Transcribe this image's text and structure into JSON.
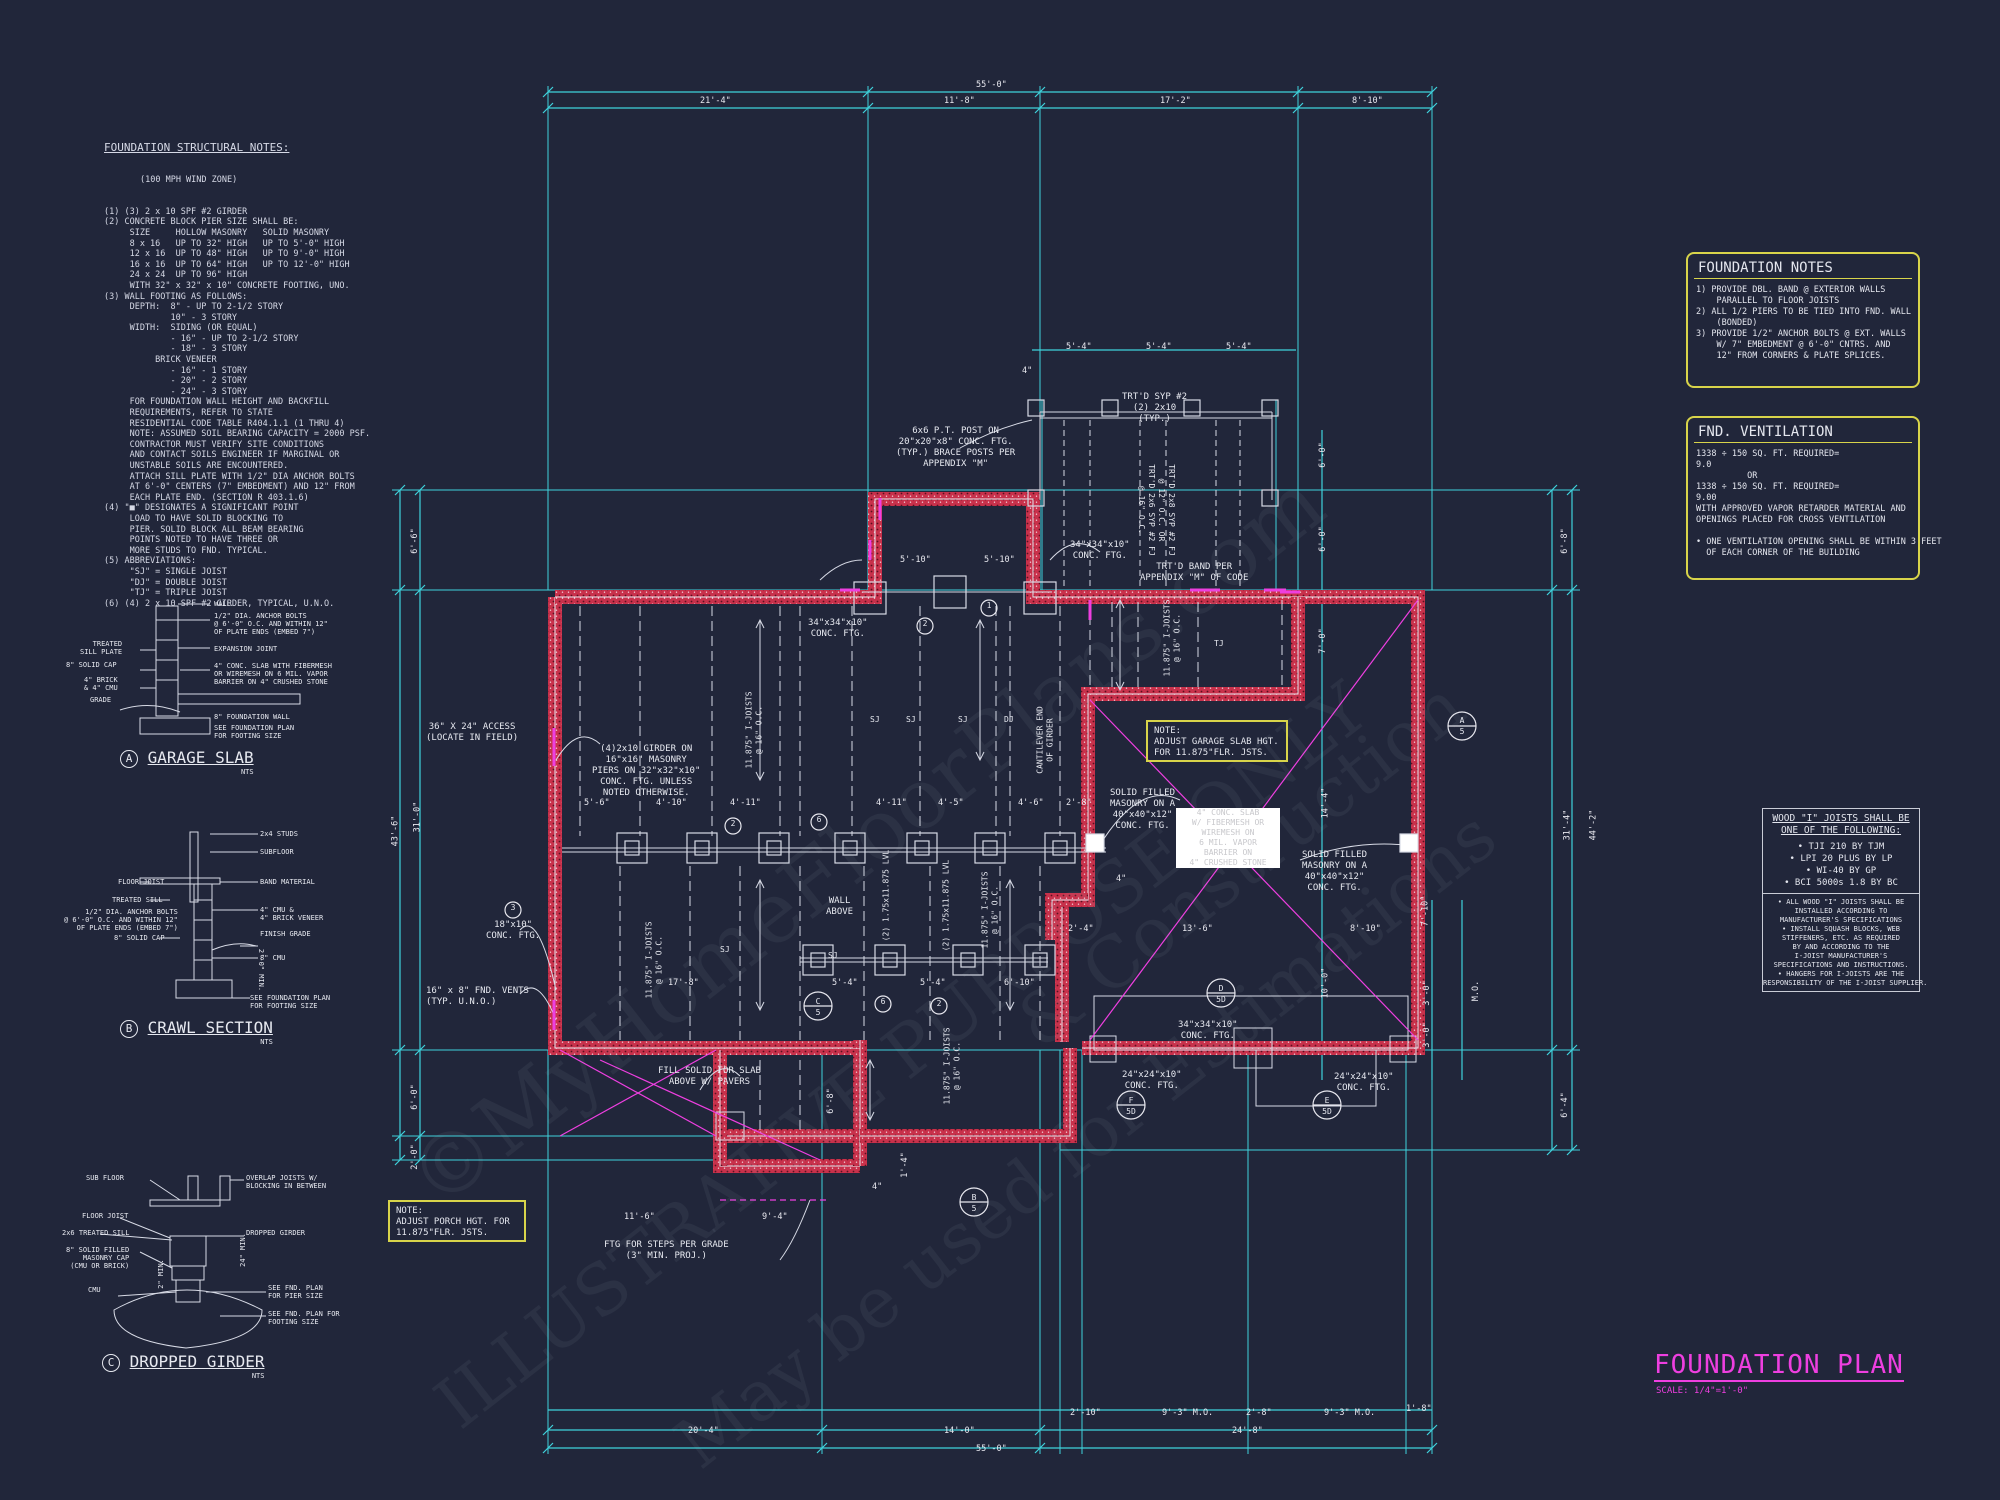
{
  "drawing": {
    "title": "FOUNDATION PLAN",
    "scale": "SCALE:  1/4\"=1'-0\"",
    "colors": {
      "background": "#21263a",
      "dimension": "#3fd2dc",
      "wall": "#c8314b",
      "accent": "#ee3fe0",
      "note_border": "#d8d44a",
      "line": "#d8dbe6"
    }
  },
  "watermarks": [
    "©MyHomeFloorPlans.com",
    "ILLUSTRATIVE PURPOSE ONLY",
    "May be used for Estimations",
    "& Construction"
  ],
  "structural_notes": {
    "heading": "FOUNDATION STRUCTURAL NOTES:",
    "subheading": "(100 MPH WIND ZONE)",
    "body": "(1) (3) 2 x 10 SPF #2 GIRDER\n(2) CONCRETE BLOCK PIER SIZE SHALL BE:\n     SIZE     HOLLOW MASONRY   SOLID MASONRY\n     8 x 16   UP TO 32\" HIGH   UP TO 5'-0\" HIGH\n     12 x 16  UP TO 48\" HIGH   UP TO 9'-0\" HIGH\n     16 x 16  UP TO 64\" HIGH   UP TO 12'-0\" HIGH\n     24 x 24  UP TO 96\" HIGH\n     WITH 32\" x 32\" x 10\" CONCRETE FOOTING, UNO.\n(3) WALL FOOTING AS FOLLOWS:\n     DEPTH:  8\" - UP TO 2-1/2 STORY\n             10\" - 3 STORY\n     WIDTH:  SIDING (OR EQUAL)\n             - 16\" - UP TO 2-1/2 STORY\n             - 18\" - 3 STORY\n          BRICK VENEER\n             - 16\" - 1 STORY\n             - 20\" - 2 STORY\n             - 24\" - 3 STORY\n     FOR FOUNDATION WALL HEIGHT AND BACKFILL\n     REQUIREMENTS, REFER TO STATE\n     RESIDENTIAL CODE TABLE R404.1.1 (1 THRU 4)\n     NOTE: ASSUMED SOIL BEARING CAPACITY = 2000 PSF.\n     CONTRACTOR MUST VERIFY SITE CONDITIONS\n     AND CONTACT SOILS ENGINEER IF MARGINAL OR\n     UNSTABLE SOILS ARE ENCOUNTERED.\n     ATTACH SILL PLATE WITH 1/2\" DIA ANCHOR BOLTS\n     AT 6'-0\" CENTERS (7\" EMBEDMENT) AND 12\" FROM\n     EACH PLATE END. (SECTION R 403.1.6)\n(4) \"■\" DESIGNATES A SIGNIFICANT POINT\n     LOAD TO HAVE SOLID BLOCKING TO\n     PIER. SOLID BLOCK ALL BEAM BEARING\n     POINTS NOTED TO HAVE THREE OR\n     MORE STUDS TO FND. TYPICAL.\n(5) ABBREVIATIONS:\n     \"SJ\" = SINGLE JOIST\n     \"DJ\" = DOUBLE JOIST\n     \"TJ\" = TRIPLE JOIST\n(6) (4) 2 x 10 SPF #2 GIRDER, TYPICAL, U.N.O."
  },
  "foundation_notes": {
    "title": "FOUNDATION NOTES",
    "items": "1) PROVIDE DBL. BAND @ EXTERIOR WALLS\n    PARALLEL TO FLOOR JOISTS\n2) ALL 1/2 PIERS TO BE TIED INTO FND. WALL\n    (BONDED)\n3) PROVIDE 1/2\" ANCHOR BOLTS @ EXT. WALLS\n    W/ 7\" EMBEDMENT @ 6'-0\" CNTRS. AND\n    12\" FROM CORNERS & PLATE SPLICES."
  },
  "fnd_ventilation": {
    "title": "FND. VENTILATION",
    "items": "1338 ÷ 150 SQ. FT. REQUIRED=\n9.0\n          OR\n1338 ÷ 150 SQ. FT. REQUIRED=\n9.00\nWITH APPROVED VAPOR RETARDER MATERIAL AND\nOPENINGS PLACED FOR CROSS VENTILATION\n\n• ONE VENTILATION OPENING SHALL BE WITHIN 3 FEET\n  OF EACH CORNER OF THE BUILDING"
  },
  "ijoist_box": {
    "title": "WOOD \"I\" JOISTS SHALL BE\nONE OF THE FOLLOWING:",
    "list": "• TJI 210 BY TJM\n• LPI 20 PLUS BY LP\n• WI-40 BY GP\n• BCI 5000s 1.8 BY BC",
    "notes": "• ALL WOOD \"I\" JOISTS SHALL BE\nINSTALLED ACCORDING TO\nMANUFACTURER'S SPECIFICATIONS\n• INSTALL SQUASH BLOCKS, WEB\nSTIFFENERS, ETC. AS REQUIRED\nBY AND ACCORDING TO THE\nI-JOIST MANUFACTURER'S\nSPECIFICATIONS AND INSTRUCTIONS.\n• HANGERS FOR I-JOISTS ARE THE\nRESPONSIBILITY OF THE I-JOIST SUPPLIER."
  },
  "details": {
    "a": {
      "letter": "A",
      "title": "GARAGE SLAB",
      "nts": "NTS",
      "callouts": [
        "WALL",
        "1/2\" DIA. ANCHOR BOLTS\n@ 6'-0\" O.C. AND WITHIN 12\"\nOF PLATE ENDS (EMBED 7\")",
        "TREATED\nSILL PLATE",
        "EXPANSION JOINT",
        "8\" SOLID CAP",
        "4\" CONC. SLAB WITH FIBERMESH\nOR WIREMESH ON 6 MIL. VAPOR\nBARRIER ON 4\" CRUSHED STONE",
        "4\" BRICK\n& 4\" CMU",
        "GRADE",
        "8\" FOUNDATION WALL",
        "SEE FOUNDATION PLAN\nFOR FOOTING SIZE"
      ]
    },
    "b": {
      "letter": "B",
      "title": "CRAWL SECTION",
      "nts": "NTS",
      "callouts": [
        "2x4 STUDS",
        "SUBFLOOR",
        "FLOOR JOIST",
        "BAND MATERIAL",
        "TREATED SILL",
        "1/2\" DIA. ANCHOR BOLTS\n@ 6'-0\" O.C. AND WITHIN 12\"\nOF PLATE ENDS (EMBED 7\")",
        "4\" CMU &\n4\" BRICK VENEER",
        "8\" SOLID CAP",
        "FINISH GRADE",
        "8\" CMU",
        "SEE FOUNDATION PLAN\nFOR FOOTING SIZE",
        "2'-0\" MIN."
      ]
    },
    "c": {
      "letter": "C",
      "title": "DROPPED GIRDER",
      "nts": "NTS",
      "callouts": [
        "SUB FLOOR",
        "OVERLAP JOISTS W/\nBLOCKING IN BETWEEN",
        "FLOOR JOIST",
        "2x6 TREATED SILL",
        "DROPPED GIRDER",
        "8\" SOLID FILLED\nMASONRY CAP\n(CMU OR BRICK)",
        "CMU",
        "SEE FND. PLAN\nFOR PIER SIZE",
        "SEE FND. PLAN FOR\nFOOTING SIZE",
        "24\" MIN.",
        "2\" MIN."
      ]
    }
  },
  "plan_dims": {
    "top_overall": "55'-0\"",
    "top_segments": [
      "21'-4\"",
      "11'-8\"",
      "17'-2\"",
      "8'-10\""
    ],
    "porch_top": [
      "5'-4\"",
      "5'-4\"",
      "5'-4\""
    ],
    "bottom_overall": "55'-0\"",
    "bottom_segments": [
      "20'-4\"",
      "14'-0\"",
      "24'-8\""
    ],
    "bottom_small": [
      "2'-10\"",
      "9'-3\" M.O.",
      "2'-8\"",
      "9'-3\" M.O.",
      "1'-8\""
    ],
    "left_overall": "43'-6\"",
    "left_segments": [
      "6'-6\"",
      "31'-0\"",
      "6'-0\"",
      "2'-0\""
    ],
    "right_overall": "44'-2\"",
    "right_segments": [
      "6'-8\"",
      "31'-4\"",
      "6'-4\""
    ],
    "right_inner": [
      "6'-0\"",
      "6'-0\"",
      "7'-0\"",
      "14'-4\"",
      "7'-10\"",
      "10'-0\"",
      "3'-0\"",
      "3'-0\"",
      "M.O."
    ],
    "interior": [
      "5'-10\"",
      "5'-10\"",
      "5'-6\"",
      "4'-10\"",
      "4'-11\"",
      "4'-11\"",
      "4'-5\"",
      "4'-6\"",
      "2'-8\"",
      "5'-4\"",
      "5'-4\"",
      "6'-10\"",
      "17'-8\"",
      "13'-6\"",
      "8'-10\"",
      "2'-4\"",
      "11'-6\"",
      "9'-4\"",
      "1'-4\"",
      "6'-8\"",
      "4\"",
      "4\"",
      "4\""
    ]
  },
  "plan_labels": {
    "post": "6x6 P.T. POST ON\n20\"x20\"x8\" CONC. FTG.\n(TYP.) BRACE POSTS PER\nAPPENDIX \"M\"",
    "trtd_syp": "TRT'D SYP #2\n(2) 2x10\n(TYP.)",
    "trtd_joist": "TRT'D 2x8 SYP #2 FJ\n@ 12\" O.C. OR\nTRT'D 2x6 SYP #2 FJ\n@ 16\" O.C.",
    "conc_ftg_34": "34\"x34\"x10\"\nCONC. FTG.",
    "trtd_band": "TRT'D BAND PER\nAPPENDIX \"M\" OF CODE",
    "conc_ftg_34b": "34\"x34\"x10\"\nCONC. FTG.",
    "access": "36\" X 24\" ACCESS\n(LOCATE IN FIELD)",
    "girder": "(4)2x10 GIRDER ON\n16\"x16\" MASONRY\nPIERS ON 32\"x32\"x10\"\nCONC. FTG. UNLESS\nNOTED OTHERWISE.",
    "joists_16": "11.875\" I-JOISTS\n@ 16\" O.C.",
    "cantilever": "CANTILEVER END\nOF GIRDER",
    "solid_filled_1": "SOLID FILLED\nMASONRY ON A\n40\"x40\"x12\"\nCONC. FTG.",
    "solid_filled_2": "SOLID FILLED\nMASONRY ON A\n40\"x40\"x12\"\nCONC. FTG.",
    "garage_note_title": "NOTE:",
    "garage_note": "ADJUST GARAGE SLAB HGT.\nFOR 11.875\"FLR. JSTS.",
    "white_box": "4\" CONC. SLAB\nW/ FIBERMESH OR\nWIREMESH ON\n6 MIL. VAPOR\nBARRIER ON\n4\" CRUSHED STONE",
    "wall_above": "WALL\nABOVE",
    "lvl_1": "(2) 1.75x11.875 LVL",
    "lvl_2": "(2) 1.75x11.875 LVL",
    "ftg_18": "18\"x10\"\nCONC. FTG.",
    "vents": "16\" x 8\" FND. VENTS\n(TYP. U.N.O.)",
    "fill_solid": "FILL SOLID FOR SLAB\nABOVE W/ PAVERS",
    "porch_note_title": "NOTE:",
    "porch_note": "ADJUST PORCH HGT. FOR\n11.875\"FLR. JSTS.",
    "steps": "FTG FOR STEPS PER GRADE\n(3\" MIN. PROJ.)",
    "conc_ftg_34c": "34\"x34\"x10\"\nCONC. FTG.",
    "conc_ftg_24a": "24\"x24\"x10\"\nCONC. FTG.",
    "conc_ftg_24b": "24\"x24\"x10\"\nCONC. FTG.",
    "conc_ftg_34d": "34\"x34\"x10\"\nCONC. FTG.",
    "sj": "SJ",
    "dj": "DJ",
    "tj": "TJ"
  },
  "callouts": {
    "a5": [
      "A",
      "5"
    ],
    "b5": [
      "B",
      "5"
    ],
    "c5": [
      "C",
      "5"
    ],
    "d5": [
      "D",
      "5D"
    ],
    "e5": [
      "E",
      "5D"
    ],
    "f5": [
      "F",
      "5D"
    ],
    "n1": "1",
    "n2": "2",
    "n3": "3",
    "n6": "6"
  }
}
